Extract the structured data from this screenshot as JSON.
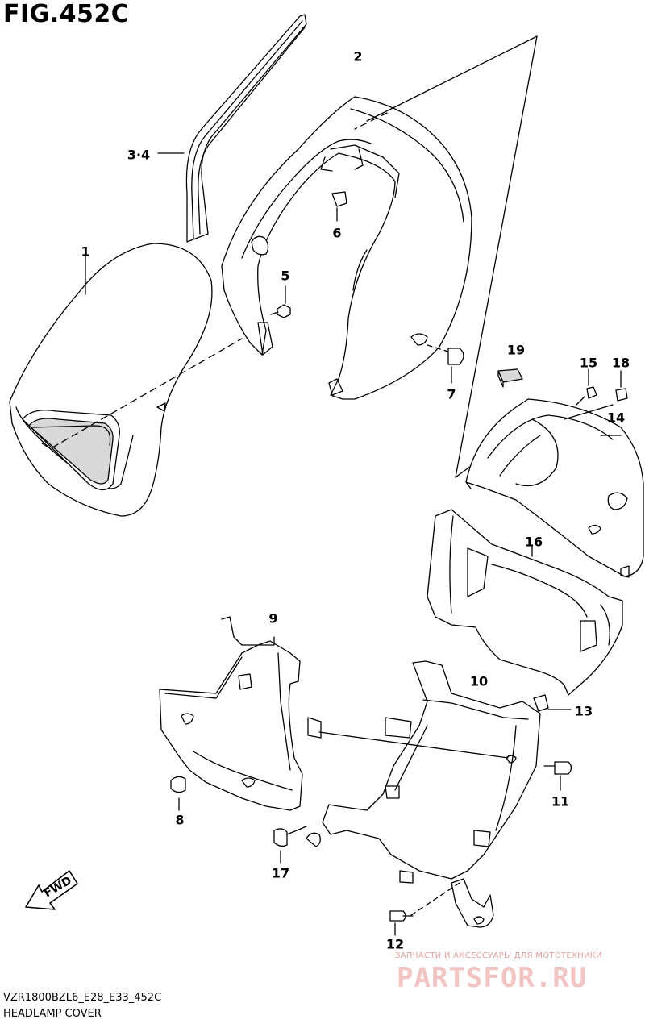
{
  "figure": {
    "title": "FIG.452C",
    "model_code": "VZR1800BZL6_E28_E33_452C",
    "caption": "HEADLAMP COVER"
  },
  "callouts": {
    "c1": "1",
    "c2": "2",
    "c34": "3·4",
    "c5": "5",
    "c6": "6",
    "c7": "7",
    "c8": "8",
    "c9": "9",
    "c10": "10",
    "c11": "11",
    "c12": "12",
    "c13": "13",
    "c14": "14",
    "c15": "15",
    "c16": "16",
    "c17": "17",
    "c18": "18",
    "c19": "19"
  },
  "fwd_badge": "FWD",
  "watermark": {
    "tagline": "ЗАПЧАСТИ И АКСЕССУАРЫ ДЛЯ МОТОТЕХНИКИ",
    "brand": "PARTSFOR.RU"
  },
  "colors": {
    "line": "#000000",
    "shade": "#d8d8d8",
    "watermark": "#f2c4c4"
  }
}
